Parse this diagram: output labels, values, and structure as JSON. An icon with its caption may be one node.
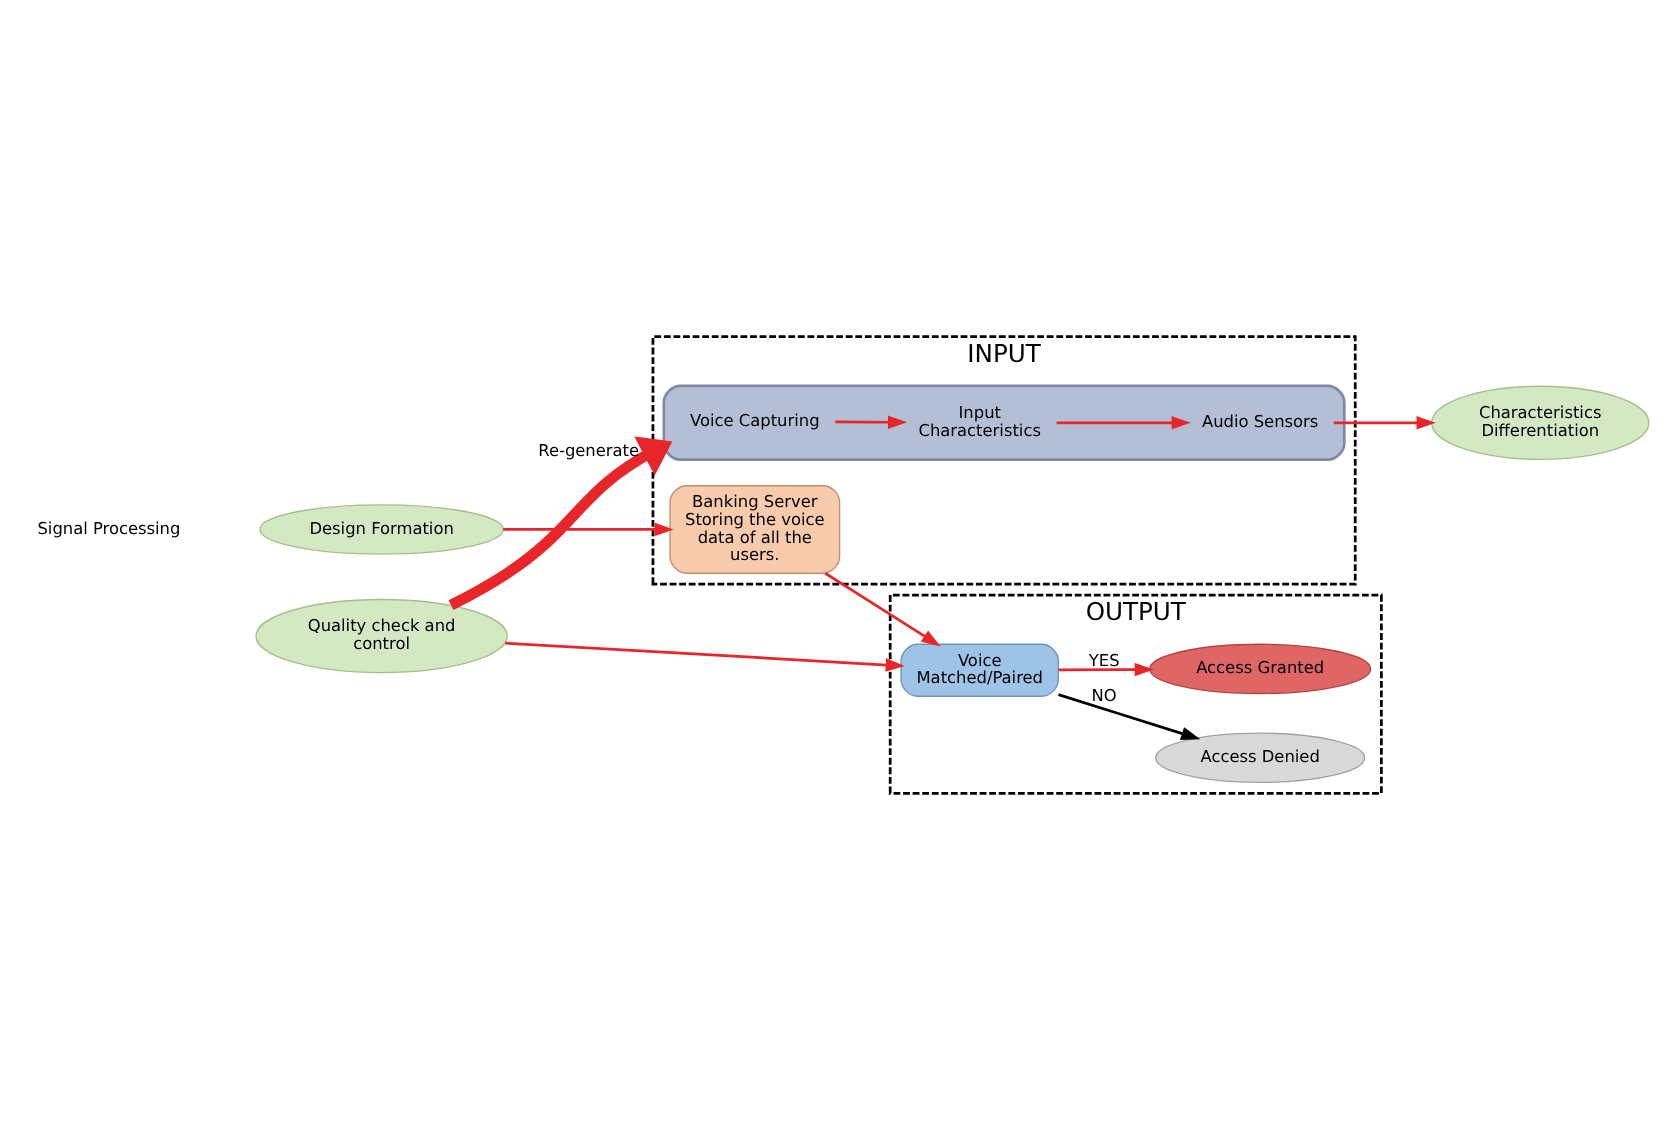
{
  "diagram": {
    "nodes": [
      {
        "text": [
          "INPUT"
        ]
      },
      {
        "text": [
          "Banking Server",
          "Storing the voice data of all the users."
        ],
        "in": 0
      },
      {
        "text": [],
        "shape": "box",
        "in": 0
      },
      {
        "text": [
          "Voice Capturing"
        ],
        "in": 2
      },
      {
        "text": [
          "Input Characteristics"
        ],
        "in": 2
      },
      {
        "text": [
          "Audio Sensors"
        ],
        "in": 2
      },
      {
        "text": [
          "Design Formation"
        ]
      },
      {
        "text": [
          "Quality check and control"
        ]
      },
      {
        "text": [
          "Characteristics Differentiation"
        ]
      },
      {
        "text": [
          "OUTPUT"
        ]
      },
      {
        "text": [
          "Voice Matched/Paired"
        ],
        "in": 9
      },
      {
        "text": [
          "Access Denied"
        ],
        "in": 9
      },
      {
        "text": [
          "Access Granted"
        ],
        "in": 9
      }
    ],
    "edges": [
      {
        "from": 1,
        "to": 10,
        "arrow": "to"
      },
      {
        "from": 6,
        "to": 1,
        "arrow": "to"
      },
      {
        "from": 7,
        "to": 2,
        "arrow": "to",
        "label": "Re-generate",
        "style": "thick"
      },
      {
        "from": 7,
        "to": 10,
        "arrow": "to"
      },
      {
        "from": 3,
        "to": 4,
        "arrow": "to"
      },
      {
        "from": 4,
        "to": 5,
        "arrow": "to"
      },
      {
        "from": 5,
        "to": 8,
        "arrow": "to"
      },
      {
        "from": 10,
        "to": 11,
        "arrow": "to",
        "label": "NO",
        "color": "#000000"
      },
      {
        "from": 10,
        "to": 12,
        "arrow": "to",
        "label": "YES"
      }
    ],
    "labels": [
      "Signal Processing"
    ]
  }
}
